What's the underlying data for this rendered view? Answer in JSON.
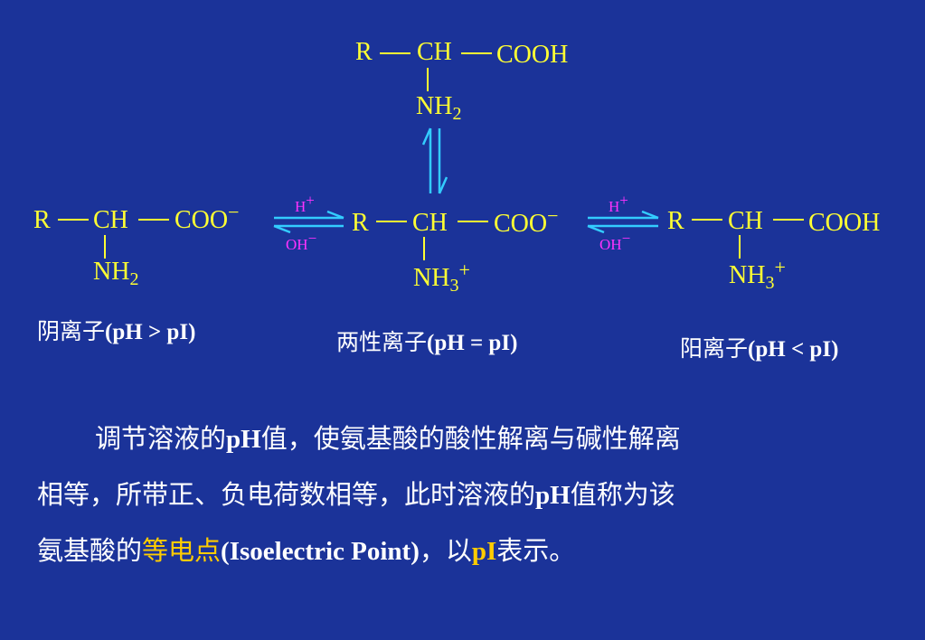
{
  "top_structure": {
    "r": "R",
    "ch": "CH",
    "cooh": "COOH",
    "nh": "NH",
    "nh_sub": "2"
  },
  "left_structure": {
    "r": "R",
    "ch": "CH",
    "coo": "COO",
    "coo_charge": "−",
    "nh": "NH",
    "nh_sub": "2"
  },
  "middle_structure": {
    "r": "R",
    "ch": "CH",
    "coo": "COO",
    "coo_charge": "−",
    "nh": "NH",
    "nh_sub": "3",
    "nh_charge": "+"
  },
  "right_structure": {
    "r": "R",
    "ch": "CH",
    "cooh": "COOH",
    "nh": "NH",
    "nh_sub": "3",
    "nh_charge": "+"
  },
  "reagents": {
    "h": "H",
    "h_charge": "+",
    "oh": "OH",
    "oh_charge": "−"
  },
  "labels": {
    "anion_zh": "阴离子",
    "anion_cond": "(pH > pI)",
    "zwitterion_zh": "两性离子",
    "zwitterion_cond": "(pH = pI)",
    "cation_zh": "阳离子",
    "cation_cond": "(pH < pI)"
  },
  "paragraph": {
    "line1_a": "调节溶液的",
    "line1_b": "pH",
    "line1_c": "值，使氨基酸的酸性解离与碱性解离",
    "line2_a": "相等，所带正、负电荷数相等，此时溶液的",
    "line2_b": "pH",
    "line2_c": "值称为该",
    "line3_a": "氨基酸的",
    "line3_highlight": "等电点",
    "line3_b": "(Isoelectric Point)",
    "line3_c": "，以",
    "line3_d": "pI",
    "line3_e": "表示。"
  },
  "colors": {
    "background": "#1b3399",
    "formula": "#ffff33",
    "reagent": "#ff33ff",
    "arrow": "#33ccff",
    "label_text": "#ffffff",
    "highlight": "#ffcc00"
  }
}
